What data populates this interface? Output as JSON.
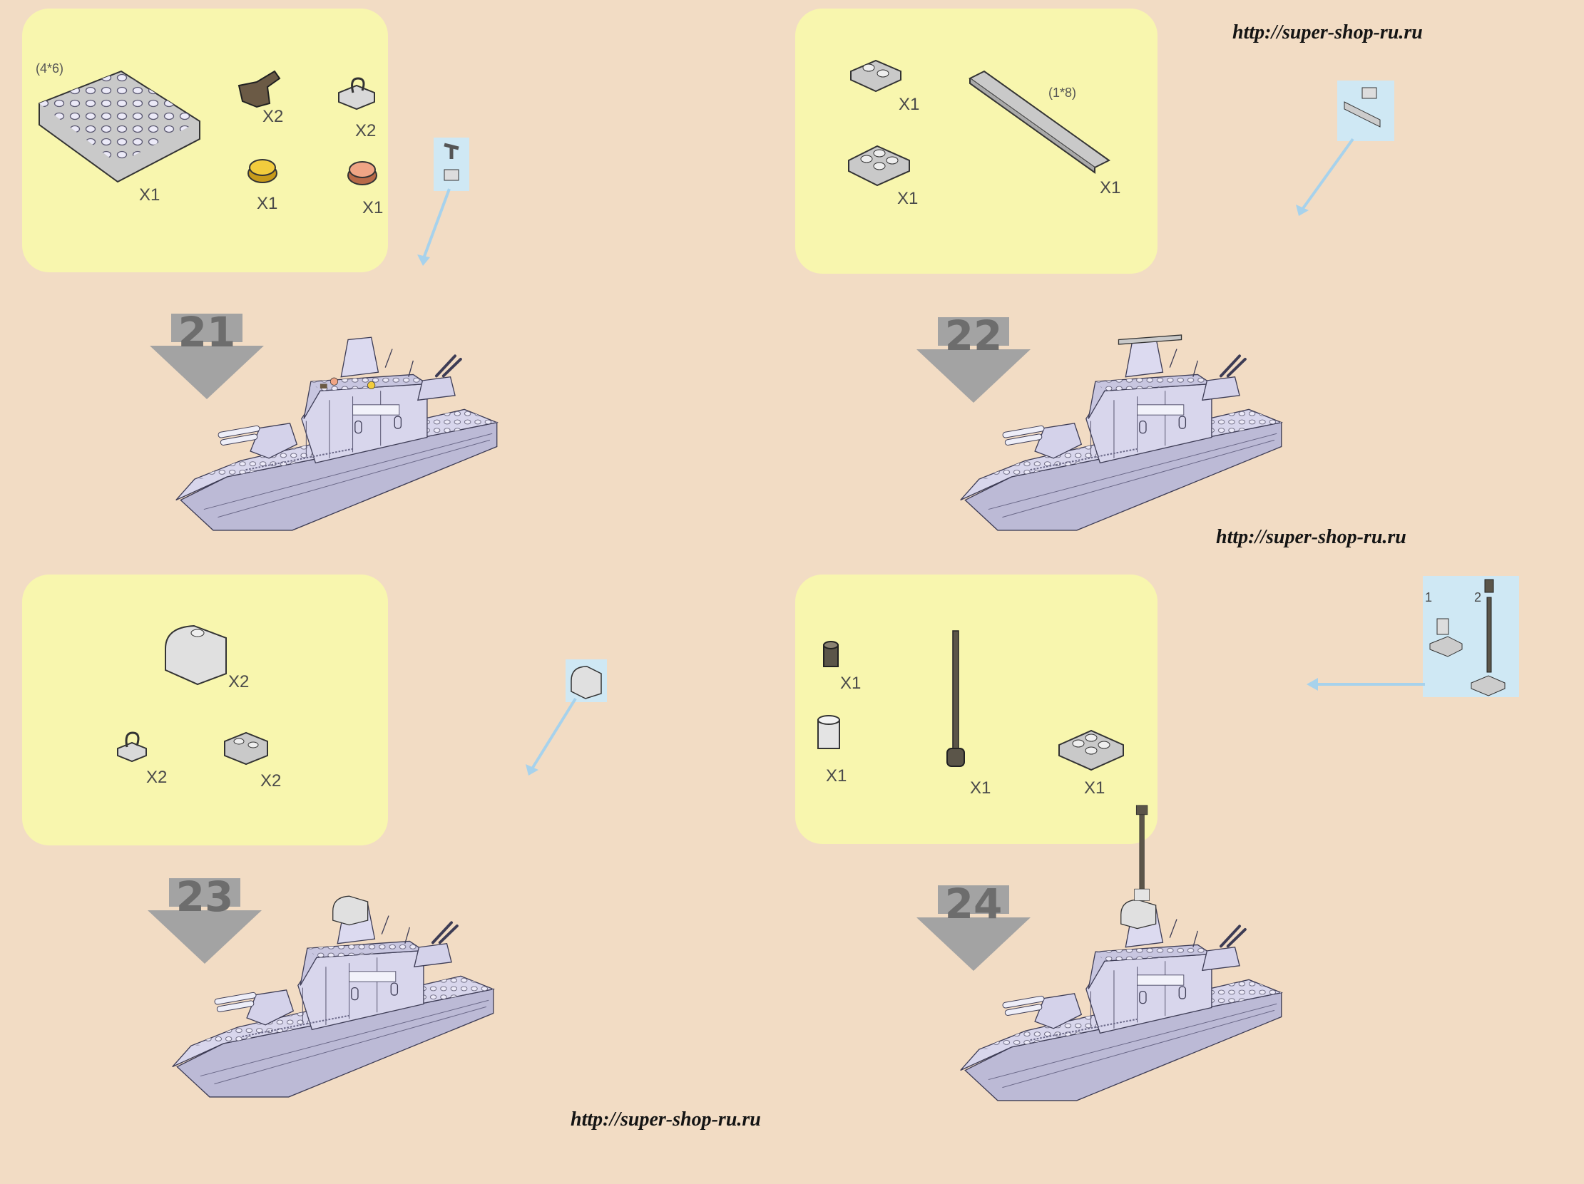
{
  "watermark": "http://super-shop-ru.ru",
  "steps": [
    {
      "number": "21",
      "parts": [
        {
          "name": "plate-4x6",
          "qty": "X1",
          "dim": "(4*6)"
        },
        {
          "name": "gun-barrel",
          "qty": "X2"
        },
        {
          "name": "clip-plate",
          "qty": "X2"
        },
        {
          "name": "round-tile-yellow",
          "qty": "X1"
        },
        {
          "name": "round-tile-red",
          "qty": "X1"
        }
      ]
    },
    {
      "number": "22",
      "parts": [
        {
          "name": "plate-1x2",
          "qty": "X1"
        },
        {
          "name": "plate-1x8",
          "qty": "X1",
          "dim": "(1*8)"
        },
        {
          "name": "plate-2x2",
          "qty": "X1"
        }
      ]
    },
    {
      "number": "23",
      "parts": [
        {
          "name": "curved-slope",
          "qty": "X2"
        },
        {
          "name": "clip",
          "qty": "X2"
        },
        {
          "name": "bracket",
          "qty": "X2"
        }
      ]
    },
    {
      "number": "24",
      "parts": [
        {
          "name": "round-brick-small",
          "qty": "X1"
        },
        {
          "name": "round-brick",
          "qty": "X1"
        },
        {
          "name": "antenna",
          "qty": "X1"
        },
        {
          "name": "plate-2x2",
          "qty": "X1"
        }
      ],
      "subassembly_labels": [
        "1",
        "2"
      ]
    }
  ],
  "colors": {
    "background": "#f2dcc4",
    "panel": "#f8f6ae",
    "ship": "#d8d6ec",
    "arrow": "#a3a3a3",
    "callout": "#cfe8f4"
  }
}
